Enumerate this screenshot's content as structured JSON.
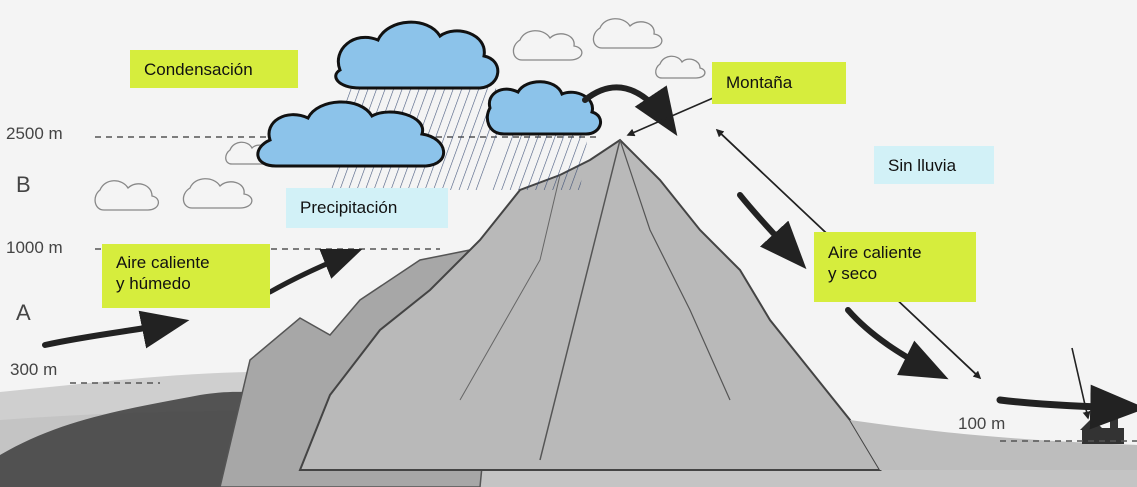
{
  "labels": {
    "condensation": "Condensación",
    "precipitation": "Precipitación",
    "mountain": "Montaña",
    "no_rain": "Sin lluvia",
    "warm_humid_line1": "Aire caliente",
    "warm_humid_line2": "y húmedo",
    "warm_dry_line1": "Aire caliente",
    "warm_dry_line2": "y seco"
  },
  "altitudes": {
    "a2500": "2500 m",
    "a1000": "1000 m",
    "a300": "300 m",
    "a100": "100 m"
  },
  "zones": {
    "upper": "B",
    "lower": "A"
  },
  "colors": {
    "label_green": "#d6ed3d",
    "label_blue": "#d2f1f7",
    "cloud_fill": "#8cc3ea",
    "mountain_fill": "#b9b9b9",
    "arrow": "#222222"
  },
  "icons": [
    "rain-cloud-icon",
    "wind-arrow-icon",
    "mountain-illustration",
    "house-icon"
  ]
}
